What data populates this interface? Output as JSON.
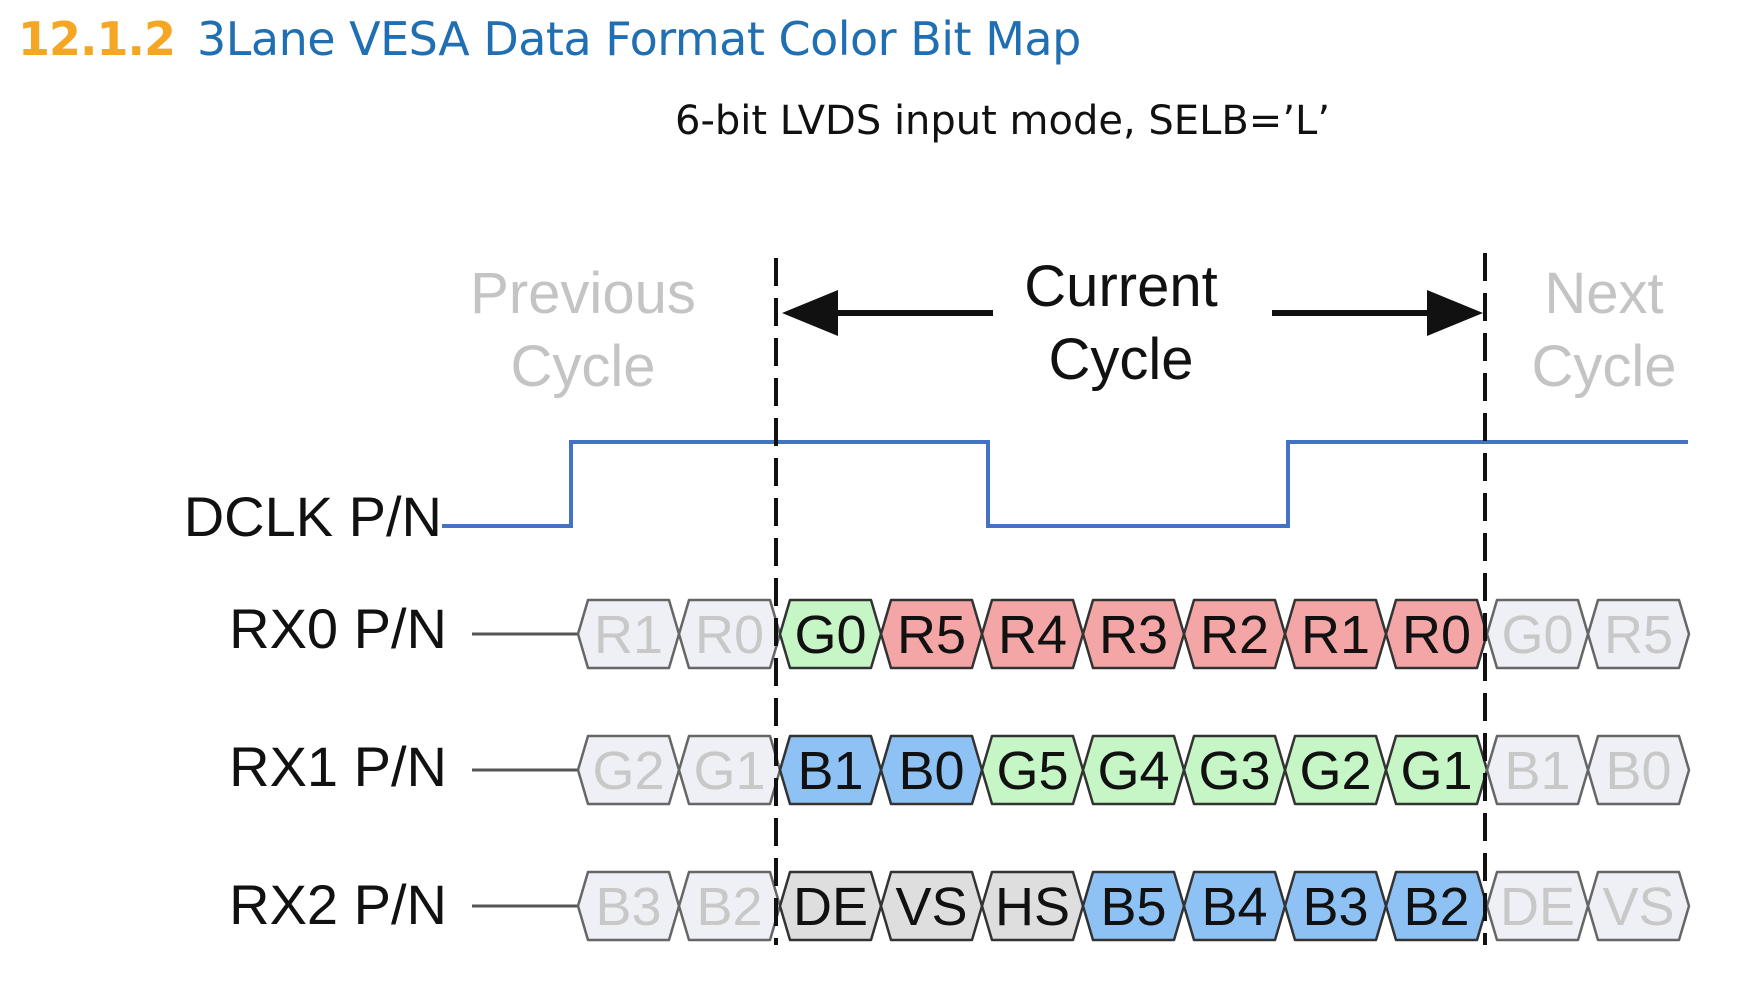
{
  "section": {
    "number": "12.1.2",
    "title": "3Lane VESA Data Format Color Bit Map"
  },
  "subtitle": "6-bit LVDS input mode, SELB=’L’",
  "cycles": {
    "previous": [
      "Previous",
      "Cycle"
    ],
    "current": [
      "Current",
      "Cycle"
    ],
    "next": [
      "Next",
      "Cycle"
    ]
  },
  "colors": {
    "clock_line": "#4472c4",
    "red_fill": "#f4a6a6",
    "green_fill": "#c6f5c6",
    "blue_fill": "#8ec2f5",
    "gray_fill": "#dedede",
    "faded_fill": "#eef0f5",
    "faded_text": "#c8c8c8",
    "stroke": "#333333",
    "cycle_divider": "#111111"
  },
  "clock": {
    "label": "DCLK P/N",
    "levels": [
      "low",
      "high",
      "low",
      "high"
    ]
  },
  "lanes": [
    {
      "label": "RX0 P/N",
      "previous": [
        {
          "text": "R1",
          "color": "faded"
        },
        {
          "text": "R0",
          "color": "faded"
        }
      ],
      "current": [
        {
          "text": "G0",
          "color": "green"
        },
        {
          "text": "R5",
          "color": "red"
        },
        {
          "text": "R4",
          "color": "red"
        },
        {
          "text": "R3",
          "color": "red"
        },
        {
          "text": "R2",
          "color": "red"
        },
        {
          "text": "R1",
          "color": "red"
        },
        {
          "text": "R0",
          "color": "red"
        }
      ],
      "next": [
        {
          "text": "G0",
          "color": "faded"
        },
        {
          "text": "R5",
          "color": "faded"
        }
      ]
    },
    {
      "label": "RX1 P/N",
      "previous": [
        {
          "text": "G2",
          "color": "faded"
        },
        {
          "text": "G1",
          "color": "faded"
        }
      ],
      "current": [
        {
          "text": "B1",
          "color": "blue"
        },
        {
          "text": "B0",
          "color": "blue"
        },
        {
          "text": "G5",
          "color": "green"
        },
        {
          "text": "G4",
          "color": "green"
        },
        {
          "text": "G3",
          "color": "green"
        },
        {
          "text": "G2",
          "color": "green"
        },
        {
          "text": "G1",
          "color": "green"
        }
      ],
      "next": [
        {
          "text": "B1",
          "color": "faded"
        },
        {
          "text": "B0",
          "color": "faded"
        }
      ]
    },
    {
      "label": "RX2 P/N",
      "previous": [
        {
          "text": "B3",
          "color": "faded"
        },
        {
          "text": "B2",
          "color": "faded"
        }
      ],
      "current": [
        {
          "text": "DE",
          "color": "gray"
        },
        {
          "text": "VS",
          "color": "gray"
        },
        {
          "text": "HS",
          "color": "gray"
        },
        {
          "text": "B5",
          "color": "blue"
        },
        {
          "text": "B4",
          "color": "blue"
        },
        {
          "text": "B3",
          "color": "blue"
        },
        {
          "text": "B2",
          "color": "blue"
        }
      ],
      "next": [
        {
          "text": "DE",
          "color": "faded"
        },
        {
          "text": "VS",
          "color": "faded"
        }
      ]
    }
  ]
}
